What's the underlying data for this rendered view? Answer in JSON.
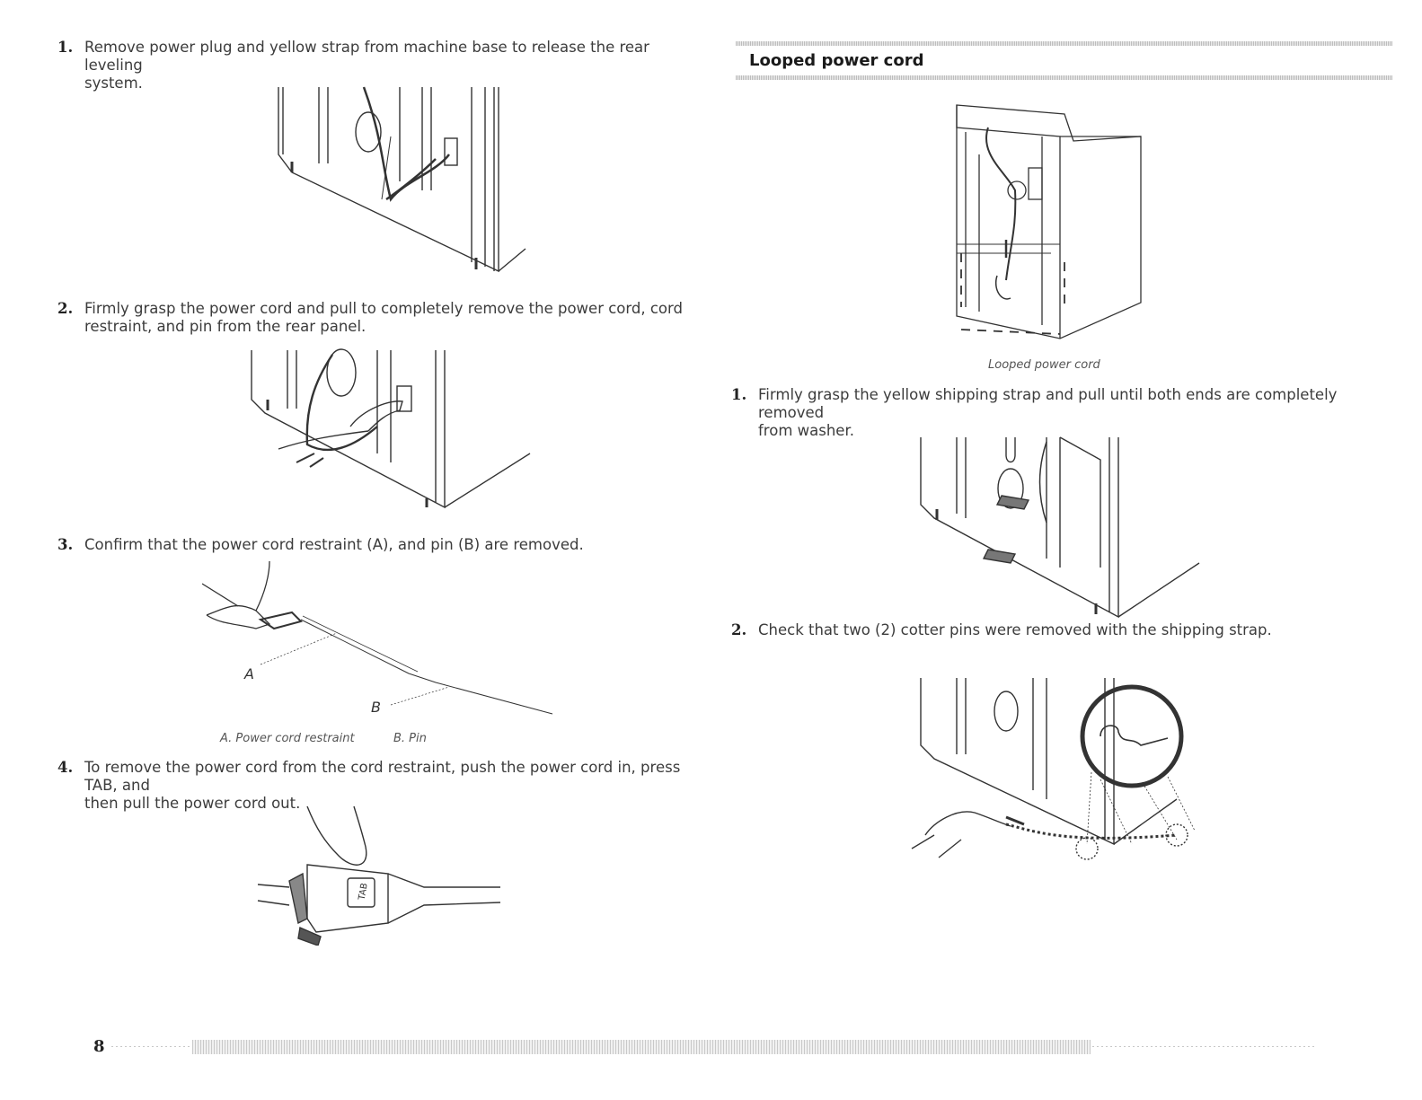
{
  "page_number": "8",
  "section": {
    "title": "Looped power cord"
  },
  "left_steps": [
    {
      "num": "1.",
      "lines": [
        "Remove power plug and yellow strap from machine base to release the rear leveling",
        "system."
      ]
    },
    {
      "num": "2.",
      "lines": [
        "Firmly grasp the power cord and pull to completely remove the power cord, cord",
        "restraint, and pin from the rear panel."
      ]
    },
    {
      "num": "3.",
      "lines": [
        "Confirm that the power cord restraint (A), and pin (B) are removed."
      ]
    },
    {
      "num": "4.",
      "lines": [
        "To remove the power cord from the cord restraint, push the power cord in, press TAB, and",
        "then pull the power cord out."
      ]
    }
  ],
  "figure3": {
    "label_a": "A",
    "label_b": "B",
    "caption_a": "A. Power cord restraint",
    "caption_b": "B. Pin"
  },
  "figure_tab_text": "TAB",
  "looped_caption": "Looped power cord",
  "right_steps": [
    {
      "num": "1.",
      "lines": [
        "Firmly grasp the yellow shipping strap and pull until both ends are completely removed",
        "from washer."
      ]
    },
    {
      "num": "2.",
      "lines": [
        "Check that two (2) cotter pins were removed with the shipping strap."
      ]
    }
  ],
  "colors": {
    "line_art": "#333333",
    "text": "#3c3c3c"
  }
}
